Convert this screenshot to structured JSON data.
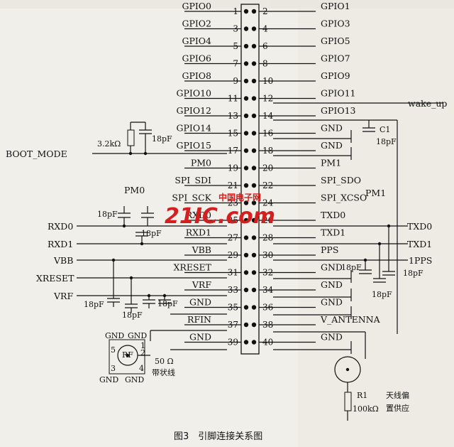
{
  "caption": "图3　引脚连接关系图",
  "logo": {
    "mark": "21IC.com",
    "tagline": "中国电子网"
  },
  "left_pins": [
    {
      "num": "1",
      "label": "GPIO0"
    },
    {
      "num": "3",
      "label": "GPIO2"
    },
    {
      "num": "5",
      "label": "GPIO4"
    },
    {
      "num": "7",
      "label": "GPIO6"
    },
    {
      "num": "9",
      "label": "GPIO8"
    },
    {
      "num": "11",
      "label": "GPIO10"
    },
    {
      "num": "13",
      "label": "GPIO12"
    },
    {
      "num": "15",
      "label": "GPIO14"
    },
    {
      "num": "17",
      "label": "GPIO15"
    },
    {
      "num": "19",
      "label": "PM0"
    },
    {
      "num": "21",
      "label": "SPI_SDI"
    },
    {
      "num": "23",
      "label": "SPI_SCK"
    },
    {
      "num": "25",
      "label": "RXD0"
    },
    {
      "num": "27",
      "label": "RXD1"
    },
    {
      "num": "29",
      "label": "VBB"
    },
    {
      "num": "31",
      "label": "XRESET"
    },
    {
      "num": "33",
      "label": "VRF"
    },
    {
      "num": "35",
      "label": "GND"
    },
    {
      "num": "37",
      "label": "RFIN"
    },
    {
      "num": "39",
      "label": "GND"
    }
  ],
  "right_pins": [
    {
      "num": "2",
      "label": "GPIO1"
    },
    {
      "num": "4",
      "label": "GPIO3"
    },
    {
      "num": "6",
      "label": "GPIO5"
    },
    {
      "num": "8",
      "label": "GPIO7"
    },
    {
      "num": "10",
      "label": "GPIO9"
    },
    {
      "num": "12",
      "label": "GPIO11"
    },
    {
      "num": "14",
      "label": "GPIO13"
    },
    {
      "num": "16",
      "label": "GND"
    },
    {
      "num": "18",
      "label": "GND"
    },
    {
      "num": "20",
      "label": "PM1"
    },
    {
      "num": "22",
      "label": "SPI_SDO"
    },
    {
      "num": "24",
      "label": "SPI_XCSO"
    },
    {
      "num": "26",
      "label": "TXD0"
    },
    {
      "num": "28",
      "label": "TXD1"
    },
    {
      "num": "30",
      "label": "PPS"
    },
    {
      "num": "32",
      "label": "GND"
    },
    {
      "num": "34",
      "label": "GND"
    },
    {
      "num": "36",
      "label": "GND"
    },
    {
      "num": "38",
      "label": "V_ANTENNA"
    },
    {
      "num": "40",
      "label": "GND"
    }
  ],
  "external": {
    "boot_mode": "BOOT_MODE",
    "pm0": "PM0",
    "rxd0": "RXD0",
    "rxd1": "RXD1",
    "vbb": "VBB",
    "xreset": "XRESET",
    "vrf": "VRF",
    "wake_up": "wake_up",
    "pm1": "PM1",
    "txd0": "TXD0",
    "txd1": "TXD1",
    "pps": "1PPS"
  },
  "components": {
    "resistor_pullup": "3.2kΩ",
    "cap_18pf": "18pF",
    "c1_name": "C1",
    "r1_name": "R1",
    "r1_value": "100kΩ",
    "rf_label": "RF",
    "rf_gnd": "GND",
    "rf_pins": [
      "5",
      "1",
      "2",
      "3",
      "4"
    ],
    "stripline_ohm": "50 Ω",
    "stripline_text": "带状线",
    "antenna_bias_1": "天线偏",
    "antenna_bias_2": "置供应"
  }
}
